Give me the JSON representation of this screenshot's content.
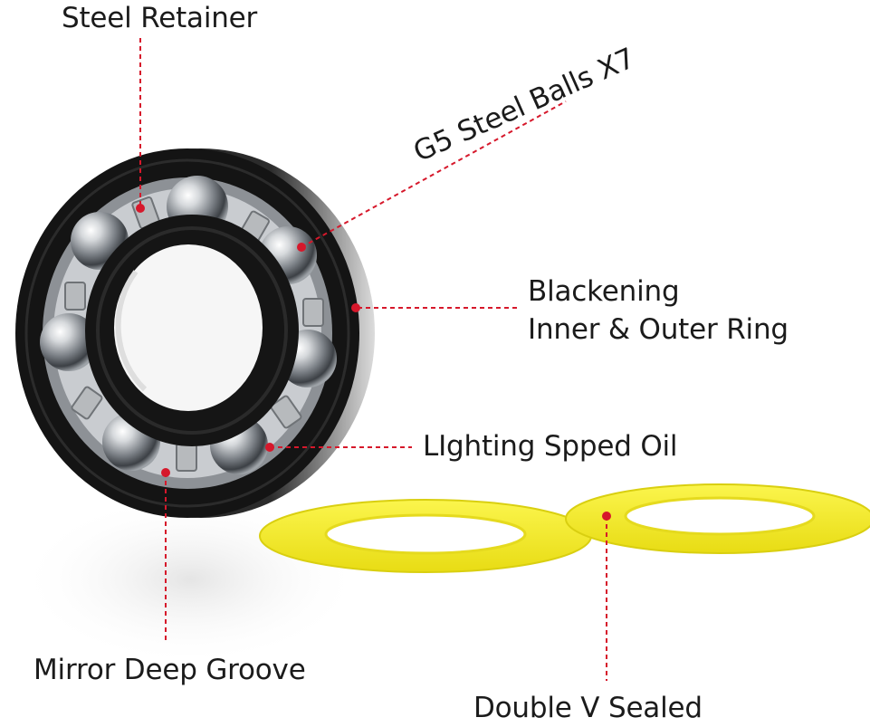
{
  "labels": {
    "steel_retainer": "Steel Retainer",
    "steel_balls": "G5 Steel Balls X7",
    "blackening_line1": "Blackening",
    "blackening_line2": "Inner & Outer Ring",
    "oil": "LIghting Spped Oil",
    "groove": "Mirror Deep Groove",
    "sealed": "Double V Sealed"
  },
  "colors": {
    "leader": "#d6182b",
    "ring": "#121212",
    "seal": "#f4ec2a",
    "text": "#1b1b1b"
  }
}
